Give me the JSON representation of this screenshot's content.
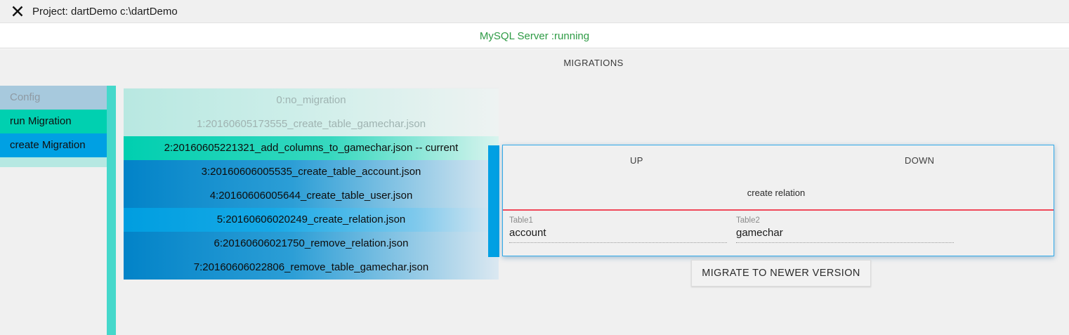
{
  "titlebar": {
    "close_icon": "close-icon",
    "project_title": "Project: dartDemo c:\\dartDemo"
  },
  "serverbar": {
    "status": "MySQL Server :running",
    "status_color": "#2e9b45"
  },
  "main": {
    "section_title": "MIGRATIONS"
  },
  "sidebar": {
    "items": [
      {
        "label": "Config",
        "state": "disabled",
        "color": "#a7c9dd"
      },
      {
        "label": "run Migration",
        "state": "enabled",
        "color": "#00d0b0"
      },
      {
        "label": "create Migration",
        "state": "enabled",
        "color": "#00a0e3"
      }
    ],
    "strip_color": "#b6e8e2",
    "accent_bar_color": "#45d8cb"
  },
  "migrations": {
    "rows": [
      {
        "label": "0:no_migration",
        "state": "past"
      },
      {
        "label": "1:20160605173555_create_table_gamechar.json",
        "state": "past"
      },
      {
        "label": "2:20160605221321_add_columns_to_gamechar.json -- current",
        "state": "current"
      },
      {
        "label": "3:20160606005535_create_table_account.json",
        "state": "future"
      },
      {
        "label": "4:20160606005644_create_table_user.json",
        "state": "future"
      },
      {
        "label": "5:20160606020249_create_relation.json",
        "state": "selected"
      },
      {
        "label": "6:20160606021750_remove_relation.json",
        "state": "future"
      },
      {
        "label": "7:20160606022806_remove_table_gamechar.json",
        "state": "future"
      }
    ]
  },
  "detail": {
    "up_label": "UP",
    "down_label": "DOWN",
    "operation": "create relation",
    "divider_color": "#f0495a",
    "fields": [
      {
        "label": "Table1",
        "value": "account"
      },
      {
        "label": "Table2",
        "value": "gamechar"
      }
    ]
  },
  "actions": {
    "migrate_label": "MIGRATE TO NEWER VERSION"
  }
}
